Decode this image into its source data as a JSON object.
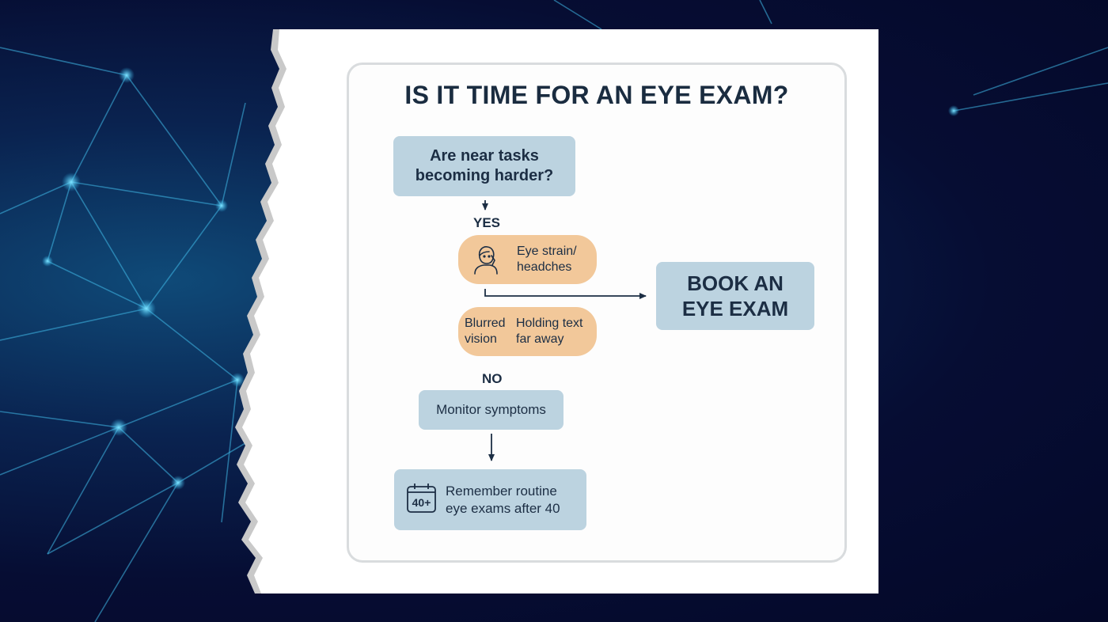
{
  "diagram": {
    "title": "IS IT TIME FOR AN EYE EXAM?",
    "question": {
      "line1": "Are near tasks",
      "line2": "becoming harder?"
    },
    "yes_label": "YES",
    "no_label": "NO",
    "symptom_strain": {
      "line1": "Eye strain/",
      "line2": "headches"
    },
    "symptom_blurred": {
      "line1": "Blurred",
      "line2": "vision"
    },
    "symptom_holding": {
      "line1": "Holding text",
      "line2": "far away"
    },
    "action_book": {
      "line1": "BOOK AN",
      "line2": "EYE EXAM"
    },
    "action_monitor": "Monitor symptoms",
    "reminder": {
      "line1": "Remember routine",
      "line2": "eye exams after 40",
      "badge": "40+"
    }
  },
  "colors": {
    "blue_box": "#bcd3e0",
    "orange_box": "#f2c89a",
    "text_dark": "#1c2e44",
    "background": "#060d33"
  }
}
